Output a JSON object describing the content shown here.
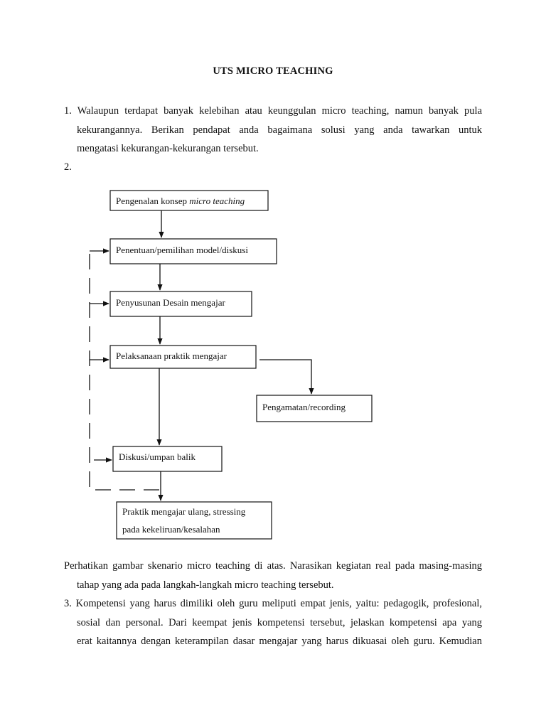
{
  "title": "UTS MICRO TEACHING",
  "q1": {
    "number": "1.",
    "lines": [
      "Walaupun terdapat banyak kelebihan atau keunggulan micro teaching, namun banyak pula",
      "kekurangannya. Berikan pendapat anda bagaimana solusi yang anda tawarkan untuk",
      "mengatasi kekurangan-kekurangan tersebut."
    ]
  },
  "q2": {
    "number": "2."
  },
  "flow": {
    "box1": {
      "text_plain": "Pengenalan konsep ",
      "text_italic": "micro teaching"
    },
    "box2": "Penentuan/pemilihan model/diskusi",
    "box3": "Penyusunan Desain mengajar",
    "box4": "Pelaksanaan praktik mengajar",
    "box5": "Pengamatan/recording",
    "box6": "Diskusi/umpan balik",
    "box7_line1": "Praktik mengajar ulang, stressing",
    "box7_line2": "pada kekeliruan/kesalahan"
  },
  "after_figure": {
    "lines": [
      "Perhatikan gambar skenario micro teaching di atas. Narasikan kegiatan real pada masing-masing",
      "tahap yang ada pada langkah-langkah micro teaching tersebut."
    ]
  },
  "q3": {
    "number": "3.",
    "lines": [
      "Kompetensi yang harus dimiliki oleh guru meliputi empat jenis, yaitu: pedagogik, profesional,",
      "sosial dan personal. Dari keempat jenis kompetensi tersebut, jelaskan kompetensi apa yang",
      "erat kaitannya dengan keterampilan dasar mengajar yang harus dikuasai oleh guru. Kemudian"
    ]
  }
}
